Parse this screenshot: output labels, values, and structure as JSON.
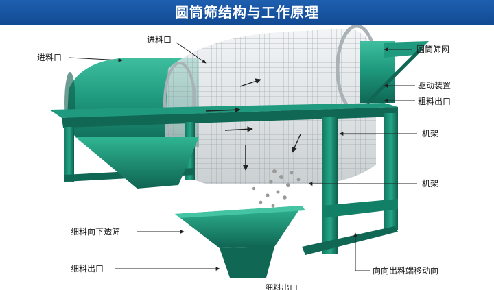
{
  "header": {
    "title": "圆筒筛结构与工作原理"
  },
  "labels": {
    "feed_inlet_top": "进料口",
    "feed_inlet_left": "进料口",
    "drum_screen": "圆筒筛网",
    "drive_device": "驱动装置",
    "coarse_outlet": "粗料出口",
    "frame_upper": "机架",
    "frame_lower": "机架",
    "fines_through_screen": "细料向下透筛",
    "fines_outlet": "细料出口",
    "move_to_discharge_end": "向向出料端移动向",
    "bottom_cut_label": "细料出口"
  },
  "colors": {
    "header_bg": "#1a5aa8",
    "machine_green": "#1f9a7e",
    "machine_dark": "#116b58",
    "screen_mesh": "#c9ced3"
  }
}
